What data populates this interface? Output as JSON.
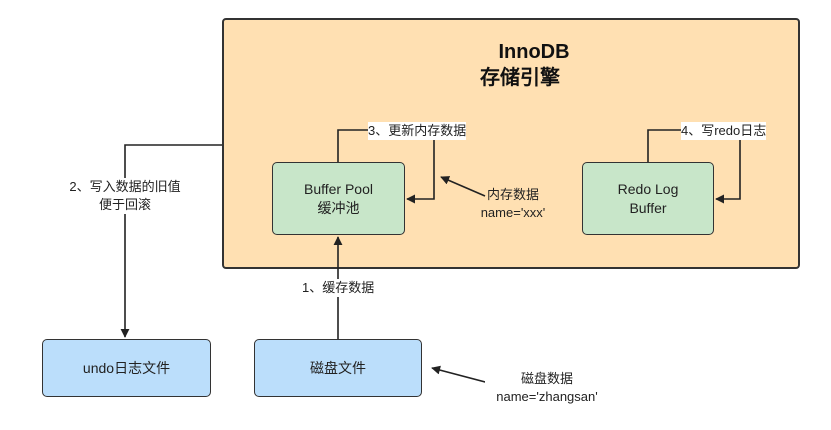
{
  "engine": {
    "title_line1": "InnoDB",
    "title_line2": "存储引擎",
    "fill_color": "#ffe0b2"
  },
  "boxes": {
    "buffer_pool": {
      "line1": "Buffer Pool",
      "line2": "缓冲池",
      "fill_color": "#c8e6c9"
    },
    "redo_log_buffer": {
      "line1": "Redo Log",
      "line2": "Buffer",
      "fill_color": "#c8e6c9"
    },
    "undo_file": {
      "label": "undo日志文件",
      "fill_color": "#bbdefb"
    },
    "disk_file": {
      "label": "磁盘文件",
      "fill_color": "#bbdefb"
    }
  },
  "labels": {
    "step1": "1、缓存数据",
    "step2_line1": "2、写入数据的旧值",
    "step2_line2": "便于回滚",
    "step3": "3、更新内存数据",
    "step4": "4、写redo日志",
    "memory_data_line1": "内存数据",
    "memory_data_line2": "name='xxx'",
    "disk_data_line1": "磁盘数据",
    "disk_data_line2": "name='zhangsan'"
  }
}
